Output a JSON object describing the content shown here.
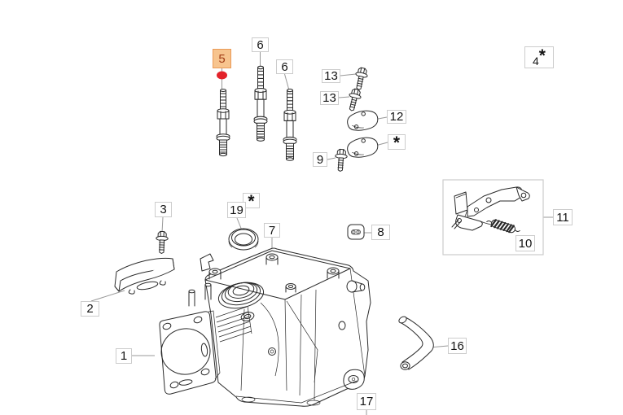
{
  "diagram": {
    "callouts": {
      "c1": "1",
      "c2": "2",
      "c3": "3",
      "c4": "4",
      "c4star": "*",
      "c5": "5",
      "c6a": "6",
      "c6b": "6",
      "c7": "7",
      "c8": "8",
      "c9": "9",
      "c10": "10",
      "c11": "11",
      "c12": "12",
      "c12star": "*",
      "c13a": "13",
      "c13b": "13",
      "c16": "16",
      "c17": "17",
      "c19": "19",
      "c19star": "*"
    },
    "highlight": {
      "selected_callout": "5",
      "bg": "#f7c48e",
      "border": "#ea9a57",
      "text": "#a13d17",
      "marker": "#e3232b"
    },
    "colors": {
      "label_border": "#cccccc",
      "label_bg": "#ffffff",
      "label_text": "#141414",
      "line_art": "#2a2a2a",
      "leader": "#999999"
    }
  }
}
